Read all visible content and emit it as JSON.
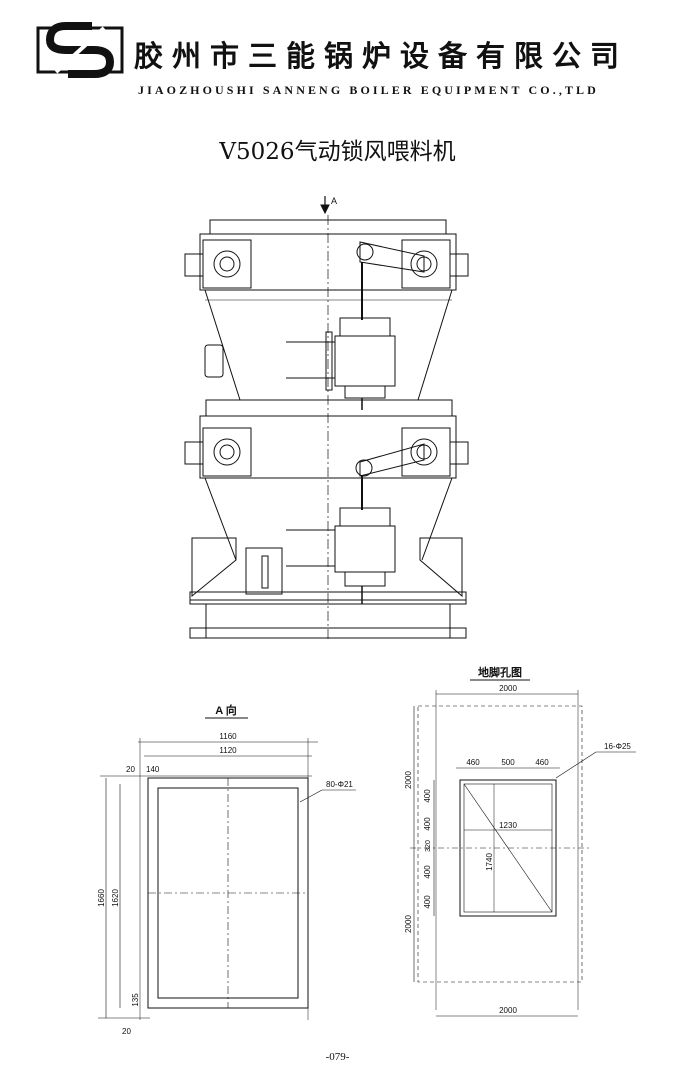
{
  "header": {
    "company_cn": "胶州市三能锅炉设备有限公司",
    "company_en": "JIAOZHOUSHI SANNENG BOILER EQUIPMENT CO.,TLD",
    "logo_icon": "sanneng-s-logo-icon"
  },
  "title": "V5026气动锁风喂料机",
  "main_view": {
    "arrow_label": "A"
  },
  "view_a": {
    "title": "A 向",
    "dim_1160": "1160",
    "dim_1120": "1120",
    "dim_20_top": "20",
    "dim_140": "140",
    "holes": "80-Φ21",
    "dim_1660": "1660",
    "dim_1620": "1620",
    "dim_135": "135",
    "dim_20_bottom": "20"
  },
  "foundation": {
    "title": "地脚孔图",
    "dim_top_2000": "2000",
    "dim_460_left": "460",
    "dim_500": "500",
    "dim_460_right": "460",
    "holes": "16-Φ25",
    "dim_left_2000_top": "2000",
    "dim_400_1": "400",
    "dim_400_2": "400",
    "dim_320": "320",
    "dim_400_3": "400",
    "dim_400_4": "400",
    "dim_left_2000_bottom": "2000",
    "dim_1230": "1230",
    "dim_1740": "1740",
    "dim_bottom_2000": "2000"
  },
  "page_number": "-079-",
  "colors": {
    "ink": "#111111",
    "paper": "#ffffff"
  }
}
